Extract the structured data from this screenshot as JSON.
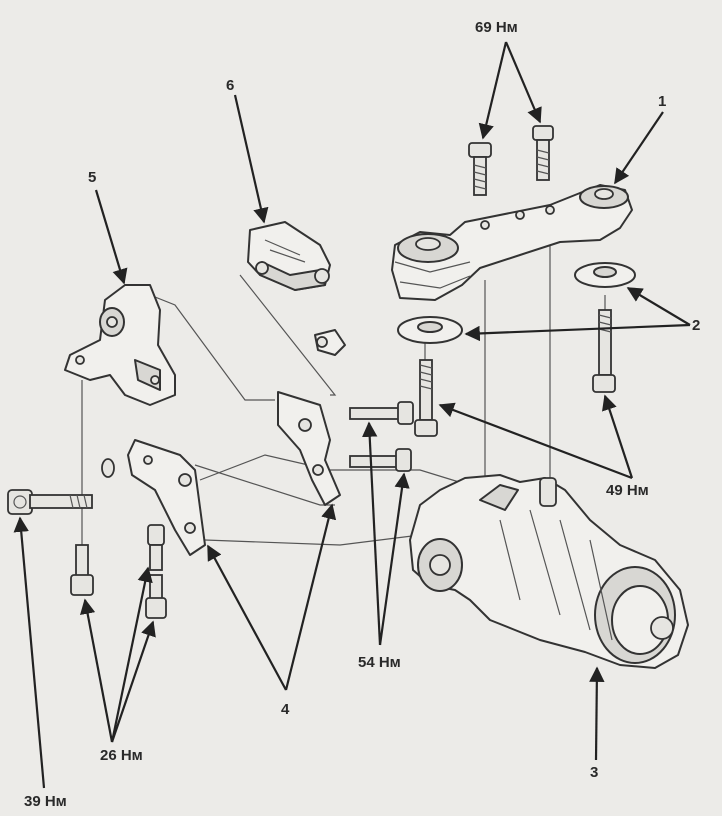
{
  "labels": {
    "part_1": "1",
    "part_2": "2",
    "part_3": "3",
    "part_4": "4",
    "part_5": "5",
    "part_6": "6",
    "torque_69": "69 Нм",
    "torque_49": "49 Нм",
    "torque_54": "54 Нм",
    "torque_26": "26 Нм",
    "torque_39": "39 Нм"
  }
}
